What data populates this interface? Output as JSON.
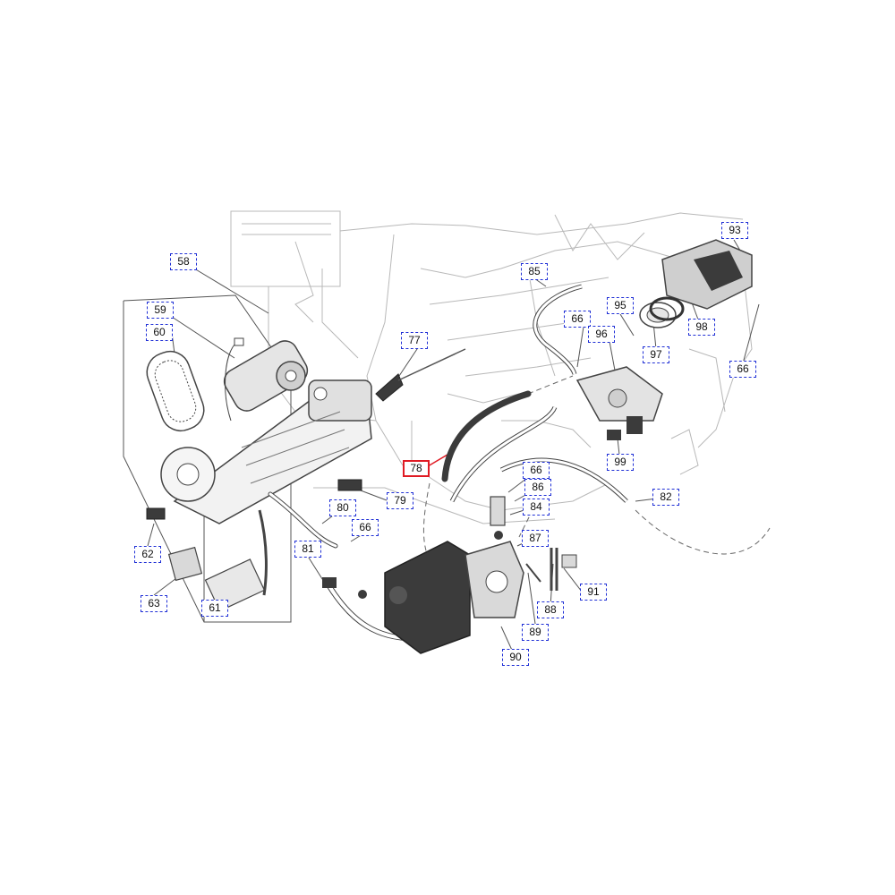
{
  "colors": {
    "callout_border": "#1f2fd6",
    "selected_border": "#e01b24",
    "line_art": "#555555",
    "background_line_art": "#b8b8b8",
    "dark_part": "#3b3b3b"
  },
  "selected_part": "78",
  "callouts": [
    {
      "id": "c58",
      "label": "58"
    },
    {
      "id": "c59",
      "label": "59"
    },
    {
      "id": "c60",
      "label": "60"
    },
    {
      "id": "c62",
      "label": "62"
    },
    {
      "id": "c63",
      "label": "63"
    },
    {
      "id": "c61",
      "label": "61"
    },
    {
      "id": "c77",
      "label": "77"
    },
    {
      "id": "c78",
      "label": "78"
    },
    {
      "id": "c79",
      "label": "79"
    },
    {
      "id": "c80",
      "label": "80"
    },
    {
      "id": "c66a",
      "label": "66"
    },
    {
      "id": "c81",
      "label": "81"
    },
    {
      "id": "c85",
      "label": "85"
    },
    {
      "id": "c66b",
      "label": "66"
    },
    {
      "id": "c95",
      "label": "95"
    },
    {
      "id": "c96",
      "label": "96"
    },
    {
      "id": "c93",
      "label": "93"
    },
    {
      "id": "c98",
      "label": "98"
    },
    {
      "id": "c97",
      "label": "97"
    },
    {
      "id": "c66c",
      "label": "66"
    },
    {
      "id": "c99",
      "label": "99"
    },
    {
      "id": "c66d",
      "label": "66"
    },
    {
      "id": "c86",
      "label": "86"
    },
    {
      "id": "c84",
      "label": "84"
    },
    {
      "id": "c82",
      "label": "82"
    },
    {
      "id": "c87",
      "label": "87"
    },
    {
      "id": "c91",
      "label": "91"
    },
    {
      "id": "c88",
      "label": "88"
    },
    {
      "id": "c89",
      "label": "89"
    },
    {
      "id": "c90",
      "label": "90"
    }
  ]
}
